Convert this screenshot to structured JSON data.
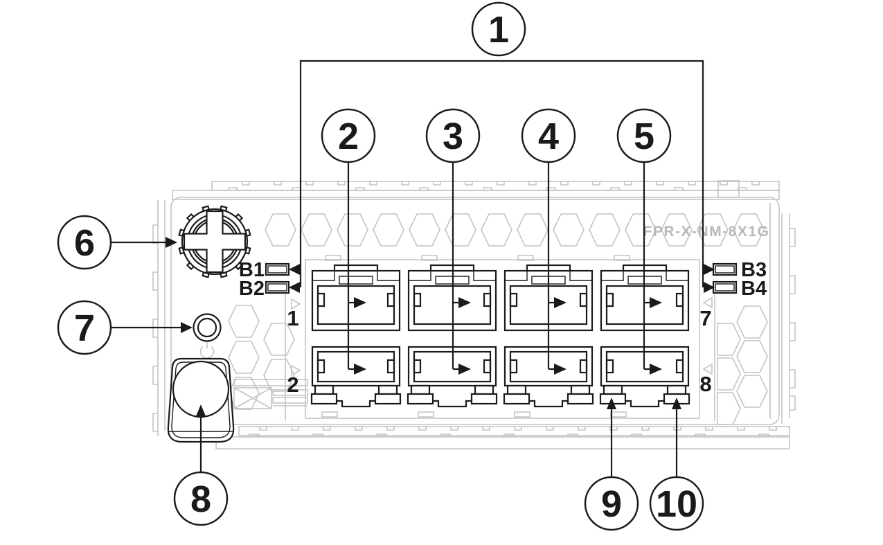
{
  "figure": {
    "model_label": "FPR-X-NM-8X1G",
    "callouts": {
      "c1": "1",
      "c2": "2",
      "c3": "3",
      "c4": "4",
      "c5": "5",
      "c6": "6",
      "c7": "7",
      "c8": "8",
      "c9": "9",
      "c10": "10"
    },
    "led_labels": {
      "b1": "B1",
      "b2": "B2",
      "b3": "B3",
      "b4": "B4"
    },
    "port_numbers": {
      "p1": "1",
      "p2": "2",
      "p7": "7",
      "p8": "8"
    }
  },
  "colors": {
    "ink": "#1a1a1a",
    "chassis": "#c4c4c4",
    "model_text": "#b8b8b8",
    "bg": "#ffffff"
  }
}
